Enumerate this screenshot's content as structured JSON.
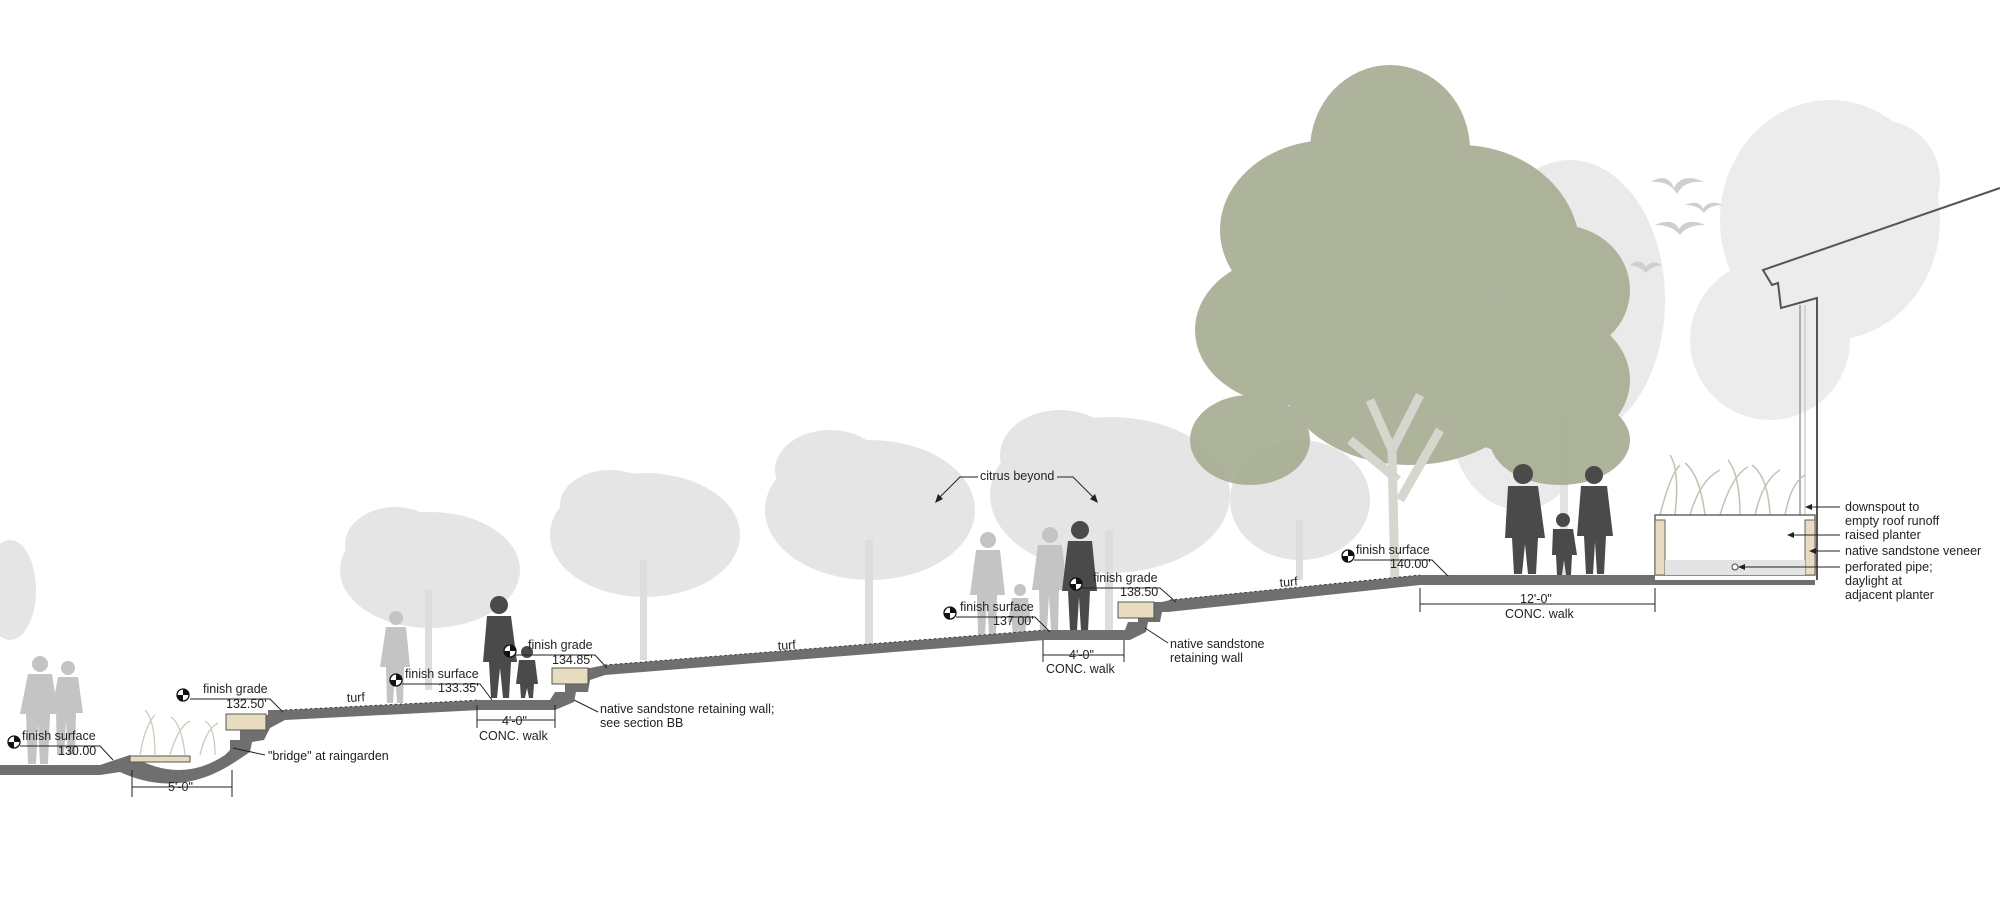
{
  "colors": {
    "ground_fill": "#6f6f6f",
    "ground_shadow": "#9a9a9a",
    "sandstone": "#e8dcc0",
    "tree_main": "#a7ad93",
    "tree_ghost": "#d9d9d9",
    "figure_dark": "#4a4a4a",
    "figure_ghost": "#b8b8b8",
    "text": "#222222",
    "background": "#ffffff"
  },
  "icons": {
    "elevation_marker": "elevation-marker-icon",
    "arrow": "leader-arrow-icon",
    "tree": "tree-icon",
    "person": "person-silhouette-icon",
    "bird": "bird-icon"
  },
  "labels": {
    "fs_130_label": "finish surface",
    "fs_130_value": "130.00",
    "fg_132_label": "finish grade",
    "fg_132_value": "132.50'",
    "fs_133_label": "finish surface",
    "fs_133_value": "133.35'",
    "fg_134_label": "finish grade",
    "fg_134_value": "134.85'",
    "fs_137_label": "finish surface",
    "fs_137_value": "137 00'",
    "fg_138_label": "finish grade",
    "fg_138_value": "138.50",
    "fs_140_label": "finish surface",
    "fs_140_value": "140.00'",
    "turf_1": "turf",
    "turf_2": "turf",
    "turf_3": "turf",
    "citrus": "citrus beyond",
    "bridge": "\"bridge\" at raingarden",
    "wall_1_line1": "native sandstone retaining wall;",
    "wall_1_line2": "see section BB",
    "wall_2_line1": "native sandstone",
    "wall_2_line2": "retaining wall",
    "dim_5": "5'-0\"",
    "dim_4a": "4'-0\"",
    "walk_a": "CONC. walk",
    "dim_4b": "4'-0\"",
    "walk_b": "CONC. walk",
    "dim_12": "12'-0\"",
    "walk_c": "CONC. walk",
    "downspout_line1": "downspout to",
    "downspout_line2": "empty roof runoff",
    "raised_planter": "raised planter",
    "veneer": "native sandstone veneer",
    "pipe_line1": "perforated pipe;",
    "pipe_line2": "daylight at",
    "pipe_line3": "adjacent planter"
  }
}
